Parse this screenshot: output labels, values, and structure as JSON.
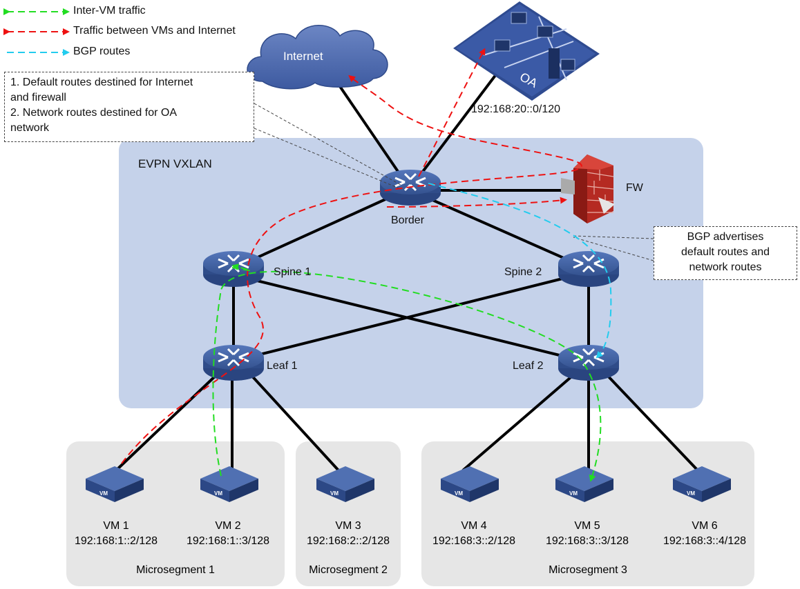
{
  "legend": {
    "inter_vm": {
      "label": "Inter-VM traffic",
      "color": "#22dd22"
    },
    "internet": {
      "label": "Traffic between VMs and Internet",
      "color": "#ee1111"
    },
    "bgp": {
      "label": "BGP routes",
      "color": "#22ccee"
    }
  },
  "callouts": {
    "routes": {
      "line1": "1. Default routes destined for Internet",
      "line2": "and firewall",
      "line3": "2. Network routes destined for OA",
      "line4": "network"
    },
    "bgp": {
      "line1": "BGP advertises",
      "line2": "default routes and",
      "line3": "network routes"
    }
  },
  "fabric_label": "EVPN VXLAN",
  "internet_label": "Internet",
  "oa": {
    "label": "OA",
    "subnet": "192:168:20::0/120"
  },
  "devices": {
    "border": "Border",
    "spine1": "Spine 1",
    "spine2": "Spine 2",
    "leaf1": "Leaf 1",
    "leaf2": "Leaf 2",
    "fw": "FW"
  },
  "vms": [
    {
      "name": "VM 1",
      "ip": "192:168:1::2/128",
      "badge": "VM"
    },
    {
      "name": "VM 2",
      "ip": "192:168:1::3/128",
      "badge": "VM"
    },
    {
      "name": "VM 3",
      "ip": "192:168:2::2/128",
      "badge": "VM"
    },
    {
      "name": "VM 4",
      "ip": "192:168:3::2/128",
      "badge": "VM"
    },
    {
      "name": "VM 5",
      "ip": "192:168:3::3/128",
      "badge": "VM"
    },
    {
      "name": "VM 6",
      "ip": "192:168:3::4/128",
      "badge": "VM"
    }
  ],
  "segments": [
    "Microsegment 1",
    "Microsegment 2",
    "Microsegment 3"
  ],
  "colors": {
    "fabric_bg": "#c5d2ea",
    "segment_bg": "#e6e6e6",
    "device": "#3a5a9c",
    "device_dark": "#2a4580"
  }
}
